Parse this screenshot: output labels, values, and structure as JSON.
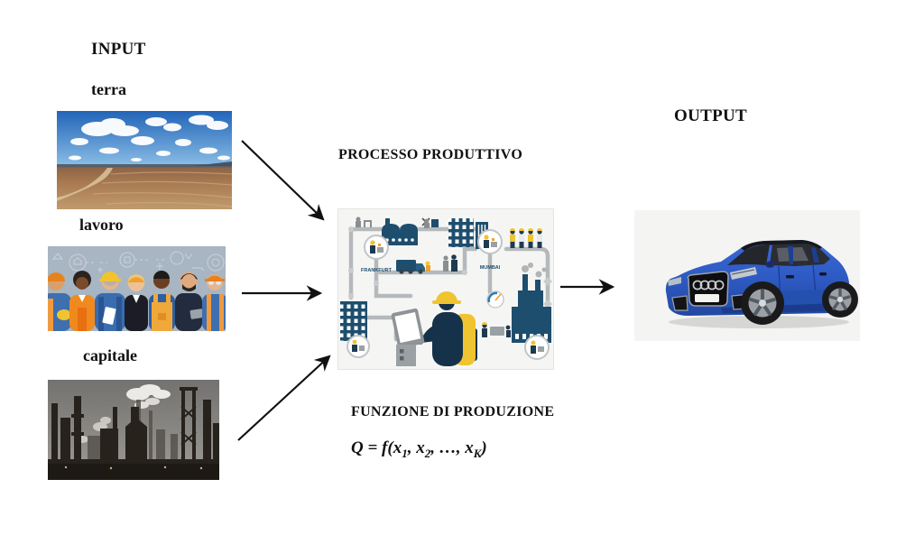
{
  "headings": {
    "input": "INPUT",
    "output": "OUTPUT",
    "processo": "PROCESSO PRODUTTIVO",
    "funzione": "FUNZIONE DI PRODUZIONE"
  },
  "inputs": {
    "terra": "terra",
    "lavoro": "lavoro",
    "capitale": "capitale"
  },
  "formula": {
    "head": "Q = f(x",
    "sub1": "1",
    "mid1": ", x",
    "sub2": "2",
    "mid2": ", …, x",
    "subK": "K",
    "tail": ")"
  },
  "process_illustration": {
    "city_left": "FRANKFURT",
    "city_right": "MUMBAI"
  },
  "colors": {
    "text": "#111111",
    "arrow": "#111111",
    "navy": "#1e4e6d",
    "accent_yellow": "#f0c330",
    "pipe_gray": "#b5b9bc",
    "car_blue": "#2f5ec7"
  }
}
